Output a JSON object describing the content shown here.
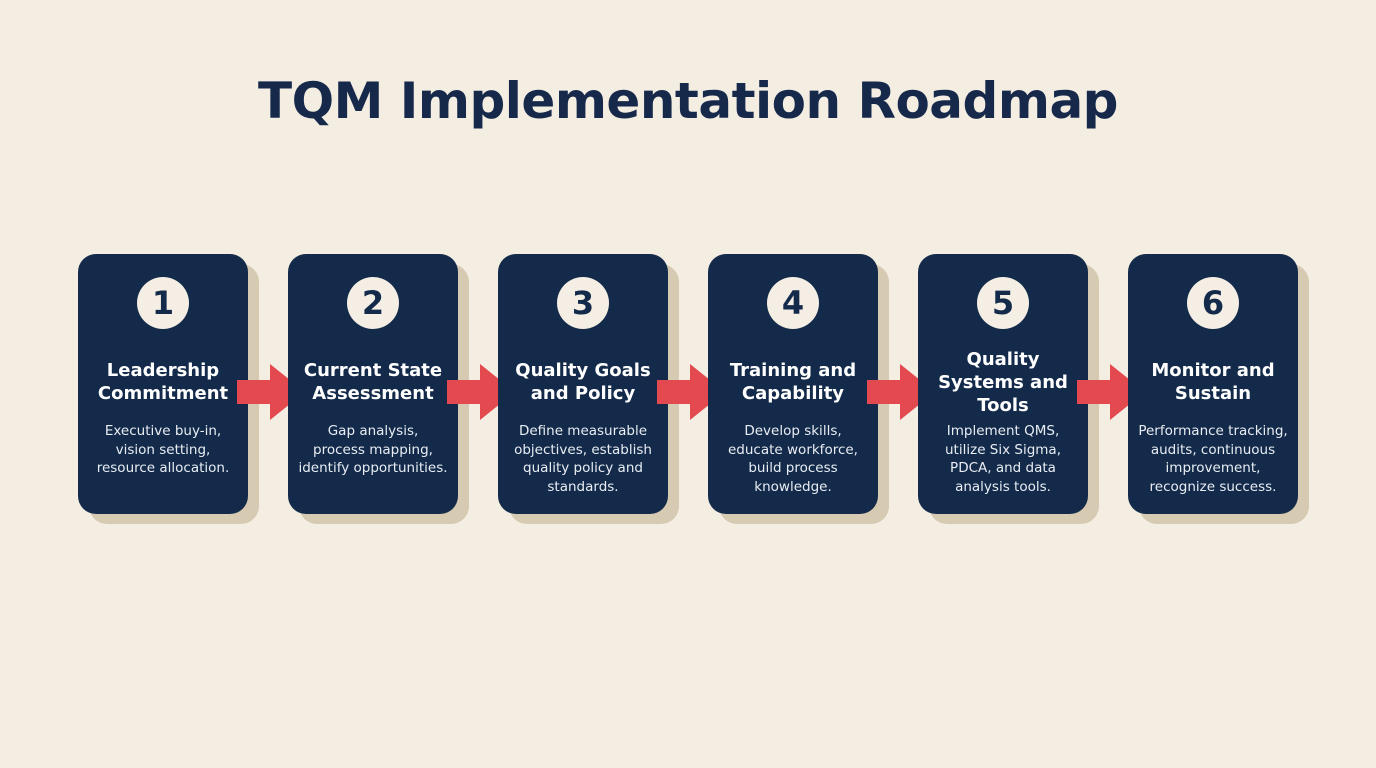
{
  "title": "TQM Implementation Roadmap",
  "colors": {
    "background": "#f3ede2",
    "card": "#132a4a",
    "card_shadow": "#d6cab2",
    "badge": "#f5eee4",
    "arrow": "#e24a4f",
    "title": "#16294a"
  },
  "steps": [
    {
      "number": "1",
      "title_lines": [
        "Leadership",
        "Commitment"
      ],
      "desc_lines": [
        "Executive buy-in,",
        "vision setting,",
        "resource allocation."
      ]
    },
    {
      "number": "2",
      "title_lines": [
        "Current State",
        "Assessment"
      ],
      "desc_lines": [
        "Gap analysis,",
        "process mapping,",
        "identify opportunities."
      ]
    },
    {
      "number": "3",
      "title_lines": [
        "Quality Goals",
        "and Policy"
      ],
      "desc_lines": [
        "Define measurable",
        "objectives, establish",
        "quality policy and",
        "standards."
      ]
    },
    {
      "number": "4",
      "title_lines": [
        "Training and",
        "Capability"
      ],
      "desc_lines": [
        "Develop skills,",
        "educate workforce,",
        "build process",
        "knowledge."
      ]
    },
    {
      "number": "5",
      "title_lines": [
        "Quality",
        "Systems and",
        "Tools"
      ],
      "desc_lines": [
        "Implement QMS,",
        "utilize Six Sigma,",
        "PDCA, and data",
        "analysis tools."
      ]
    },
    {
      "number": "6",
      "title_lines": [
        "Monitor and",
        "Sustain"
      ],
      "desc_lines": [
        "Performance tracking,",
        "audits, continuous",
        "improvement,",
        "recognize success."
      ]
    }
  ]
}
